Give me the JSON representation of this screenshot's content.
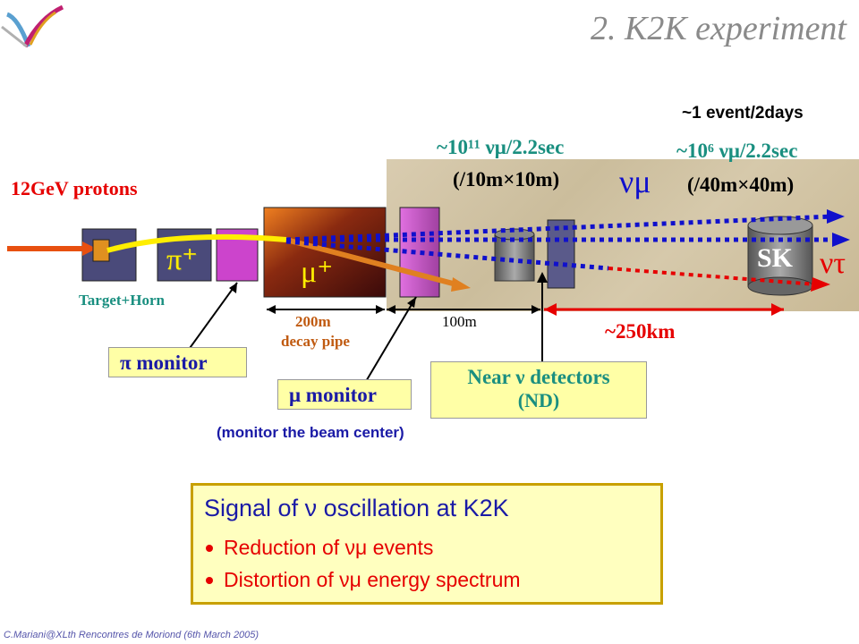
{
  "slide_title": "2. K2K experiment",
  "event_rate": "~1 event/2days",
  "near_flux": {
    "line1": "~10¹¹ νμ/2.2sec",
    "line2": "(/10m×10m)"
  },
  "far_flux": {
    "line1": "~10⁶ νμ/2.2sec",
    "line2": "(/40m×40m)"
  },
  "nu_mu": "νμ",
  "nu_tau": "ντ",
  "protons": "12GeV protons",
  "pi_plus": "π⁺",
  "mu_plus": "μ⁺",
  "target_horn": "Target+Horn",
  "decay_pipe": {
    "length": "200m",
    "label": "decay pipe"
  },
  "distance_100m": "100m",
  "distance_250km": "~250km",
  "sk": "SK",
  "pi_monitor": "π monitor",
  "mu_monitor": "μ monitor",
  "near_detectors": {
    "line1": "Near ν detectors",
    "line2": "(ND)"
  },
  "monitor_note": "(monitor the beam center)",
  "signal": {
    "heading": "Signal of ν oscillation at K2K",
    "items": [
      "Reduction of νμ events",
      "Distortion of νμ energy spectrum"
    ]
  },
  "footer": "C.Mariani@XLth Rencontres de Moriond (6th March 2005)",
  "colors": {
    "title": "#8a8a8a",
    "teal": "#1a8f80",
    "red": "#e60000",
    "blue": "#1010cc",
    "orange": "#c05a10"
  }
}
